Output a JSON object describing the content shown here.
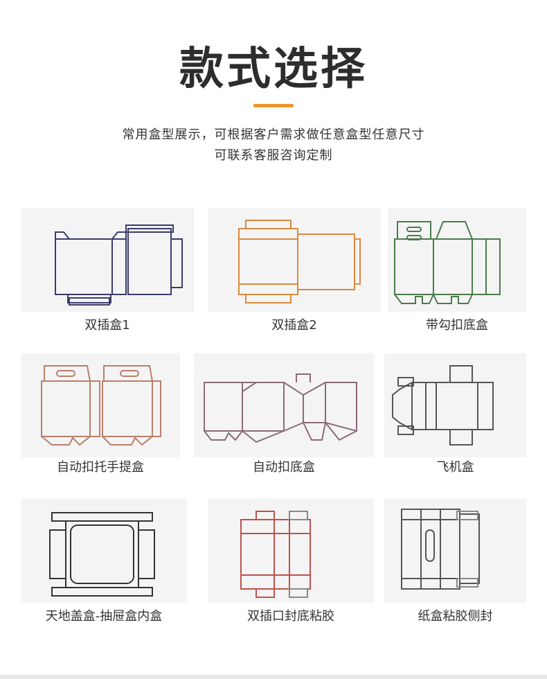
{
  "header": {
    "title": "款式选择",
    "subtitle_line1": "常用盒型展示，可根据客户需求做任意盒型任意尺寸",
    "subtitle_line2": "可联系客服咨询定制"
  },
  "accent_color": "#f0932b",
  "box_styles": [
    {
      "label": "双插盒1",
      "line_color": "#3b3b6b"
    },
    {
      "label": "双插盒2",
      "line_color": "#d98a3c"
    },
    {
      "label": "带勾扣底盒",
      "line_color": "#4b7a4b"
    },
    {
      "label": "自动扣托手提盒",
      "line_color": "#b87f6a"
    },
    {
      "label": "自动扣底盒",
      "line_color": "#8a6a7a"
    },
    {
      "label": "飞机盒",
      "line_color": "#555555"
    },
    {
      "label": "天地盖盒-抽屉盒内盒",
      "line_color": "#333333"
    },
    {
      "label": "双插口封底粘胶",
      "line_color": "#c0504d"
    },
    {
      "label": "纸盒粘胶侧封",
      "line_color": "#555555"
    }
  ]
}
